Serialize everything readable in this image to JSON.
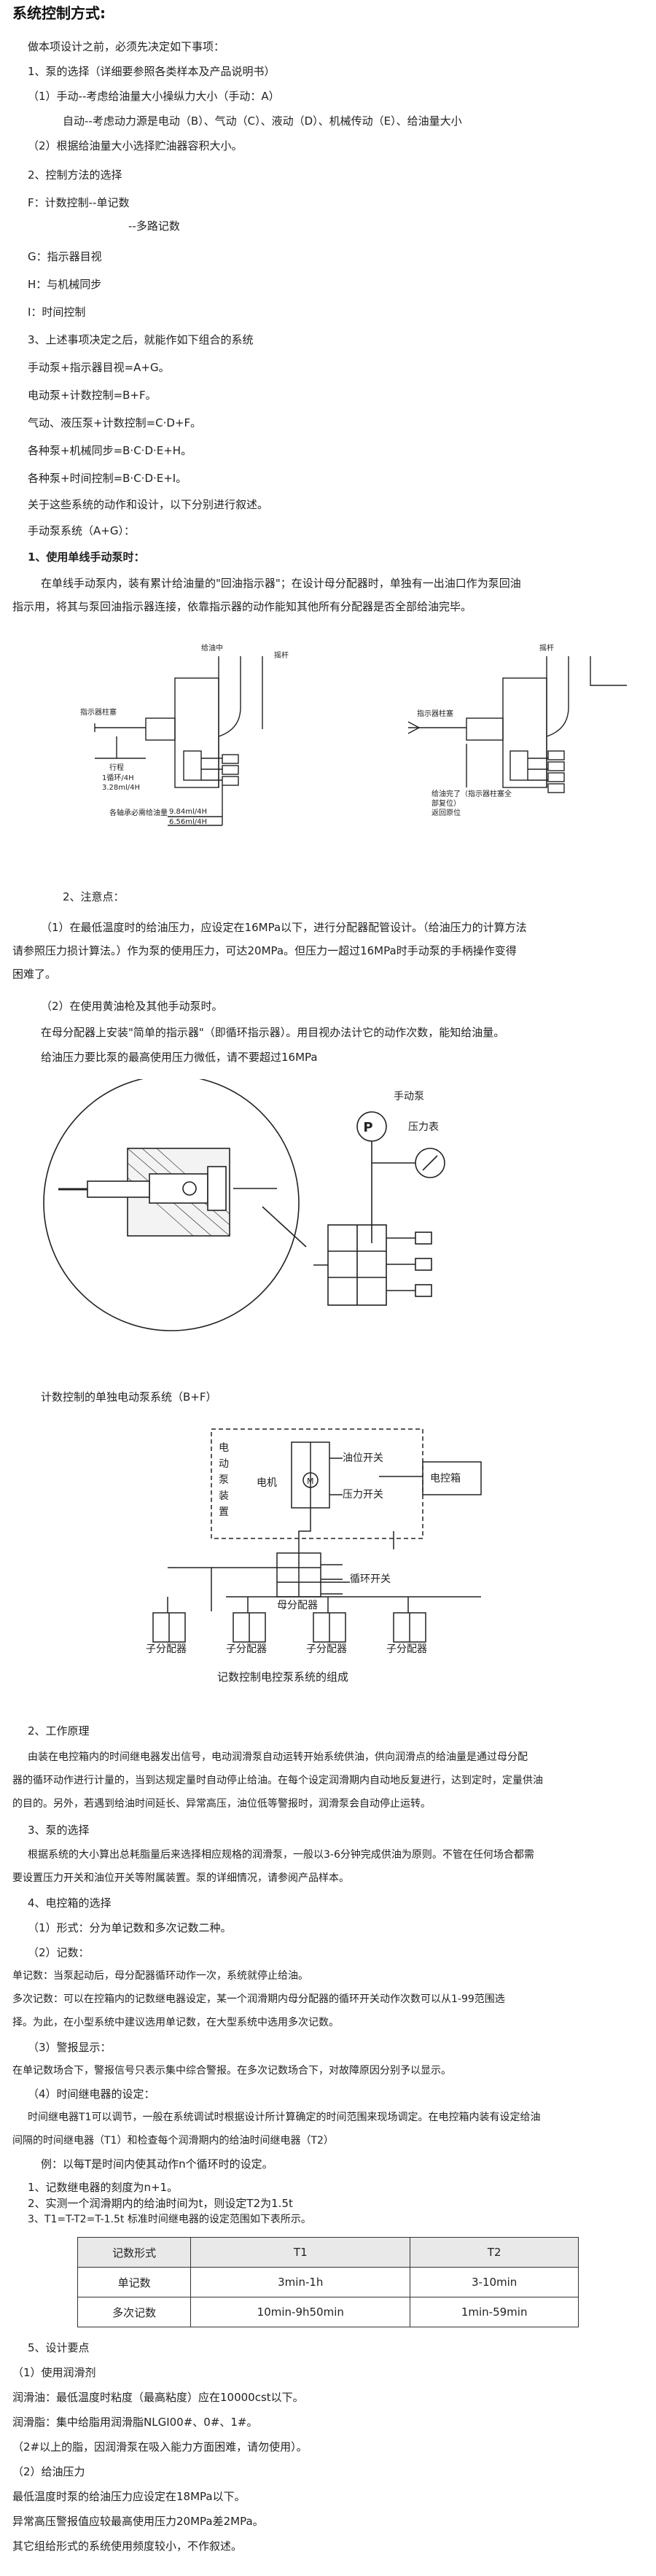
{
  "title": "系统控制方式:",
  "intro": "做本项设计之前，必须先决定如下事项：",
  "section1": {
    "heading": "1、泵的选择（详细要参照各类样本及产品说明书）",
    "item1": "（1）手动--考虑给油量大小操纵力大小（手动：A）",
    "item1b": "自动--考虑动力源是电动（B）、气动（C）、液动（D）、机械传动（E）、给油量大小",
    "item2": "（2）根据给油量大小选择贮油器容积大小。"
  },
  "section2": {
    "heading": "2、控制方法的选择",
    "f": "F：计数控制--单记数",
    "f2": "--多路记数",
    "g": "G：指示器目视",
    "h": "H：与机械同步",
    "i": "I：时间控制"
  },
  "section3": {
    "heading": "3、上述事项决定之后，就能作如下组合的系统",
    "combos": [
      "手动泵+指示器目视=A+G。",
      "电动泵+计数控制=B+F。",
      "气动、液压泵+计数控制=C·D+F。",
      "各种泵+机械同步=B·C·D·E+H。",
      "各种泵+时间控制=B·C·D·E+I。"
    ],
    "note": "关于这些系统的动作和设计，以下分别进行叙述。",
    "system": "手动泵系统（A+G）："
  },
  "use": {
    "heading": "1、使用单线手动泵时：",
    "para1": "在单线手动泵内，装有累计给油量的\"回油指示器\"；在设计母分配器时，单独有一出油口作为泵回油",
    "para2": "指示用，将其与泵回油指示器连接，依靠指示器的动作能知其他所有分配器是否全部给油完毕。"
  },
  "fig1": {
    "label_oil": "给油中",
    "label_rod": "摇杆",
    "label_indicator": "指示器柱塞",
    "label_stroke": "行程",
    "label_flow": "1循环/4H",
    "label_flow2": "3.28ml/4H",
    "label_dist": "各轴承必需给油量",
    "d1": "9.84ml/4H",
    "d2": "6.56ml/4H",
    "label_indicator_r": "指示器柱塞",
    "label_done1": "给油完了（指示器柱塞全",
    "label_done2": "部复位）",
    "label_done3": "返回原位"
  },
  "notes": {
    "heading": "2、注意点：",
    "n1a": "（1）在最低温度时的给油压力，应设定在16MPa以下，进行分配器配管设计。（给油压力的计算方法",
    "n1b": "请参照压力损计算法。）作为泵的使用压力，可达20MPa。但压力一超过16MPa时手动泵的手柄操作变得",
    "n1c": "困难了。",
    "n2": "（2）在使用黄油枪及其他手动泵时。",
    "n2a": "在母分配器上安装\"简单的指示器\"（即循环指示器）。用目视办法计它的动作次数，能知给油量。",
    "n2b": "给油压力要比泵的最高使用压力微低，请不要超过16MPa"
  },
  "fig2": {
    "pump_label": "手动泵",
    "pump_symbol": "P",
    "gauge_label": "压力表"
  },
  "fig3": {
    "caption_top": "计数控制的单独电动泵系统（B+F）",
    "unit_label": [
      "电",
      "动",
      "泵",
      "装",
      "置"
    ],
    "motor": "电机",
    "m": "M",
    "level_switch": "油位开关",
    "pressure_switch": "压力开关",
    "control_box": "电控箱",
    "cycle_switch": "循环开关",
    "master": "母分配器",
    "sub": "子分配器",
    "caption": "记数控制电控泵系统的组成"
  },
  "work": {
    "heading": "2、工作原理",
    "p1": "由装在电控箱内的时间继电器发出信号，电动润滑泵自动运转开始系统供油，供向润滑点的给油量是通过母分配",
    "p2": "器的循环动作进行计量的，当到达规定量时自动停止给油。在每个设定润滑期内自动地反复进行，达到定时，定量供油",
    "p3": "的目的。另外，若遇到给油时间延长、异常高压，油位低等警报时，润滑泵会自动停止运转。",
    "pump_heading": "3、泵的选择",
    "pump1": "根据系统的大小算出总耗脂量后来选择相应规格的润滑泵，一般以3-6分钟完成供油为原则。不管在任何场合都需",
    "pump2": "要设置压力开关和油位开关等附属装置。泵的详细情况，请参阅产品样本。",
    "ctrl_heading": "4、电控箱的选择",
    "c1": "（1）形式：分为单记数和多次记数二种。",
    "c2": "（2）记数：",
    "c3": "单记数：当泵起动后，母分配器循环动作一次，系统就停止给油。",
    "c4a": "多次记数：可以在控箱内的记数继电器设定，某一个润滑期内母分配器的循环开关动作次数可以从1-99范围选",
    "c4b": "择。为此，在小型系统中建议选用单记数，在大型系统中选用多次记数。",
    "c5": "（3）警报显示：",
    "c6": "在单记数场合下，警报信号只表示集中综合警报。在多次记数场合下，对故障原因分别予以显示。",
    "c7": "（4）时间继电器的设定：",
    "c8a": "时间继电器T1可以调节，一般在系统调试时根据设计所计算确定的时间范围来现场调定。在电控箱内装有设定给油",
    "c8b": "间隔的时间继电器（T1）和检查每个润滑期内的给油时间继电器（T2）",
    "c9": "例：以每T是时间内使其动作n个循环时的设定。",
    "c10": "1、记数继电器的刻度为n+1。",
    "c11": "2、实测一个润滑期内的给油时间为t，则设定T2为1.5t",
    "c12": "3、T1=T-T2=T-1.5t  标准时间继电器的设定范围如下表所示。"
  },
  "table": {
    "headers": [
      "记数形式",
      "T1",
      "T2"
    ],
    "rows": [
      [
        "单记数",
        "3min-1h",
        "3-10min"
      ],
      [
        "多次记数",
        "10min-9h50min",
        "1min-59min"
      ]
    ]
  },
  "design": {
    "heading": "5、设计要点",
    "d1": "（1）使用润滑剂",
    "d2": "润滑油：最低温度时粘度（最高粘度）应在10000cst以下。",
    "d3": "润滑脂：集中给脂用润滑脂NLGI00#、0#、1#。",
    "d4": "（2#以上的脂，因润滑泵在吸入能力方面困难，请勿使用）。",
    "d5": "（2）给油压力",
    "d6": "最低温度时泵的给油压力应设定在18MPa以下。",
    "d7": "异常高压警报值应较最高使用压力20MPa差2MPa。",
    "d8": "其它组给形式的系统使用频度较小，不作叙述。"
  }
}
